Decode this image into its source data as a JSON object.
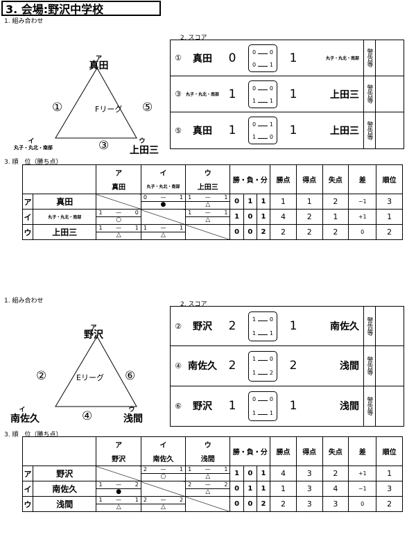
{
  "title": "3. 会場:野沢中学校",
  "section1": {
    "pairing_label": "1. 組み合わせ",
    "score_label": "2. スコア",
    "standings_label": "3. 順　位（勝ち点）",
    "league": "Fリーグ",
    "vertices": {
      "a": {
        "kana": "ア",
        "name": "真田"
      },
      "i": {
        "kana": "イ",
        "name": "丸子・丸北・南部"
      },
      "u": {
        "kana": "ウ",
        "name": "上田三"
      }
    },
    "edges": {
      "left": "①",
      "right": "⑤",
      "bottom": "③"
    },
    "matches": [
      {
        "no": "①",
        "home": "真田",
        "home_score": "0",
        "h1a": "0",
        "h1b": "0",
        "h2a": "0",
        "h2b": "1",
        "away_score": "1",
        "away": "丸子・丸北・南部",
        "warn": "警告等"
      },
      {
        "no": "③",
        "home": "丸子・丸北・南部",
        "home_score": "1",
        "h1a": "0",
        "h1b": "0",
        "h2a": "1",
        "h2b": "1",
        "away_score": "1",
        "away": "上田三",
        "warn": "警告等"
      },
      {
        "no": "⑤",
        "home": "真田",
        "home_score": "1",
        "h1a": "0",
        "h1b": "1",
        "h2a": "1",
        "h2b": "0",
        "away_score": "1",
        "away": "上田三",
        "warn": "警告等"
      }
    ],
    "table": {
      "headers": {
        "kana": [
          "ア",
          "イ",
          "ウ"
        ],
        "names": [
          "真田",
          "丸子・丸北・南部",
          "上田三"
        ],
        "wld": "勝・負・分",
        "pts": "勝点",
        "gf": "得点",
        "ga": "失点",
        "diff": "差",
        "rank": "順位"
      },
      "rows": [
        {
          "kana": "ア",
          "name": "真田",
          "c1": null,
          "c2": {
            "l": "0",
            "r": "1",
            "m": "●"
          },
          "c3": {
            "l": "1",
            "r": "1",
            "m": "△"
          },
          "w": "0",
          "l": "1",
          "d": "1",
          "pts": "1",
          "gf": "1",
          "ga": "2",
          "diff": "−1",
          "rank": "3"
        },
        {
          "kana": "イ",
          "name": "丸子・丸北・南部",
          "c1": {
            "l": "1",
            "r": "0",
            "m": "○"
          },
          "c2": null,
          "c3": {
            "l": "1",
            "r": "1",
            "m": "△"
          },
          "w": "1",
          "l": "0",
          "d": "1",
          "pts": "4",
          "gf": "2",
          "ga": "1",
          "diff": "+1",
          "rank": "1"
        },
        {
          "kana": "ウ",
          "name": "上田三",
          "c1": {
            "l": "1",
            "r": "1",
            "m": "△"
          },
          "c2": {
            "l": "1",
            "r": "1",
            "m": "△"
          },
          "c3": null,
          "w": "0",
          "l": "0",
          "d": "2",
          "pts": "2",
          "gf": "2",
          "ga": "2",
          "diff": "0",
          "rank": "2"
        }
      ]
    }
  },
  "section2": {
    "pairing_label": "1. 組み合わせ",
    "score_label": "2. スコア",
    "standings_label": "3. 順　位（勝ち点）",
    "league": "Eリーグ",
    "vertices": {
      "a": {
        "kana": "ア",
        "name": "野沢"
      },
      "i": {
        "kana": "イ",
        "name": "南佐久"
      },
      "u": {
        "kana": "ウ",
        "name": "浅間"
      }
    },
    "edges": {
      "left": "②",
      "right": "⑥",
      "bottom": "④"
    },
    "matches": [
      {
        "no": "②",
        "home": "野沢",
        "home_score": "2",
        "h1a": "1",
        "h1b": "0",
        "h2a": "1",
        "h2b": "1",
        "away_score": "1",
        "away": "南佐久",
        "warn": "警告等"
      },
      {
        "no": "④",
        "home": "南佐久",
        "home_score": "2",
        "h1a": "1",
        "h1b": "0",
        "h2a": "1",
        "h2b": "2",
        "away_score": "2",
        "away": "浅間",
        "warn": "警告等"
      },
      {
        "no": "⑥",
        "home": "野沢",
        "home_score": "1",
        "h1a": "0",
        "h1b": "0",
        "h2a": "1",
        "h2b": "1",
        "away_score": "1",
        "away": "浅間",
        "warn": "警告等"
      }
    ],
    "table": {
      "headers": {
        "kana": [
          "ア",
          "イ",
          "ウ"
        ],
        "names": [
          "野沢",
          "南佐久",
          "浅間"
        ],
        "wld": "勝・負・分",
        "pts": "勝点",
        "gf": "得点",
        "ga": "失点",
        "diff": "差",
        "rank": "順位"
      },
      "rows": [
        {
          "kana": "ア",
          "name": "野沢",
          "c1": null,
          "c2": {
            "l": "2",
            "r": "1",
            "m": "○"
          },
          "c3": {
            "l": "1",
            "r": "1",
            "m": "△"
          },
          "w": "1",
          "l": "0",
          "d": "1",
          "pts": "4",
          "gf": "3",
          "ga": "2",
          "diff": "+1",
          "rank": "1"
        },
        {
          "kana": "イ",
          "name": "南佐久",
          "c1": {
            "l": "1",
            "r": "2",
            "m": "●"
          },
          "c2": null,
          "c3": {
            "l": "2",
            "r": "2",
            "m": "△"
          },
          "w": "0",
          "l": "1",
          "d": "1",
          "pts": "1",
          "gf": "3",
          "ga": "4",
          "diff": "−1",
          "rank": "3"
        },
        {
          "kana": "ウ",
          "name": "浅間",
          "c1": {
            "l": "1",
            "r": "1",
            "m": "△"
          },
          "c2": {
            "l": "2",
            "r": "2",
            "m": "△"
          },
          "c3": null,
          "w": "0",
          "l": "0",
          "d": "2",
          "pts": "2",
          "gf": "3",
          "ga": "3",
          "diff": "0",
          "rank": "2"
        }
      ]
    }
  }
}
